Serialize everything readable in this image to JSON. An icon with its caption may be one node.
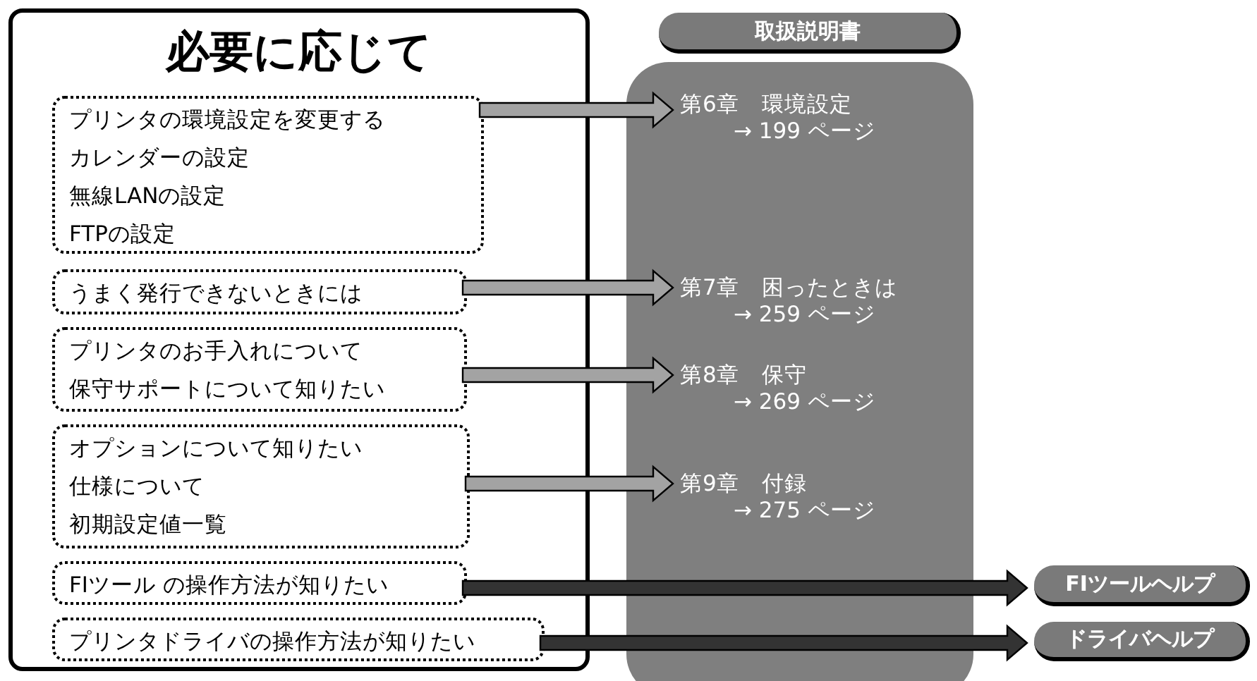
{
  "diagram": {
    "nodes": [
      {
        "text": [
          "必要に応じて"
        ]
      },
      {
        "text": [
          "プリンタの環境設定を変更する",
          "カレンダーの設定",
          "無線LANの設定",
          "FTPの設定"
        ],
        "in": 0
      },
      {
        "text": [
          "うまく発行できないときには"
        ],
        "in": 0
      },
      {
        "text": [
          "プリンタのお手入れについて",
          "保守サポートについて知りたい"
        ],
        "in": 0
      },
      {
        "text": [
          "オプションについて知りたい",
          "仕様について",
          "初期設定値一覧"
        ],
        "in": 0
      },
      {
        "text": [
          "FIツール の操作方法が知りたい"
        ],
        "in": 0
      },
      {
        "text": [
          "プリンタドライバの操作方法が知りたい"
        ],
        "in": 0
      },
      {
        "text": [
          "取扱説明書"
        ]
      },
      {
        "text": [],
        "shape": "box"
      },
      {
        "text": [
          "第6章　環境設定",
          "→ 199 ページ"
        ],
        "in": 8
      },
      {
        "text": [
          "第7章　困ったときは",
          "→ 259 ページ"
        ],
        "in": 8
      },
      {
        "text": [
          "第8章　保守",
          "→ 269 ページ"
        ],
        "in": 8
      },
      {
        "text": [
          "第9章　付録",
          "→ 275 ページ"
        ],
        "in": 8
      },
      {
        "text": [
          "FIツールヘルプ"
        ]
      },
      {
        "text": [
          "ドライバヘルプ"
        ]
      }
    ],
    "edges": [
      {
        "from": 1,
        "to": 9,
        "arrow": "to"
      },
      {
        "from": 2,
        "to": 10,
        "arrow": "to"
      },
      {
        "from": 3,
        "to": 11,
        "arrow": "to"
      },
      {
        "from": 4,
        "to": 12,
        "arrow": "to"
      },
      {
        "from": 5,
        "to": 13,
        "arrow": "to",
        "color": "#333333"
      },
      {
        "from": 6,
        "to": 14,
        "arrow": "to",
        "color": "#333333"
      }
    ]
  }
}
